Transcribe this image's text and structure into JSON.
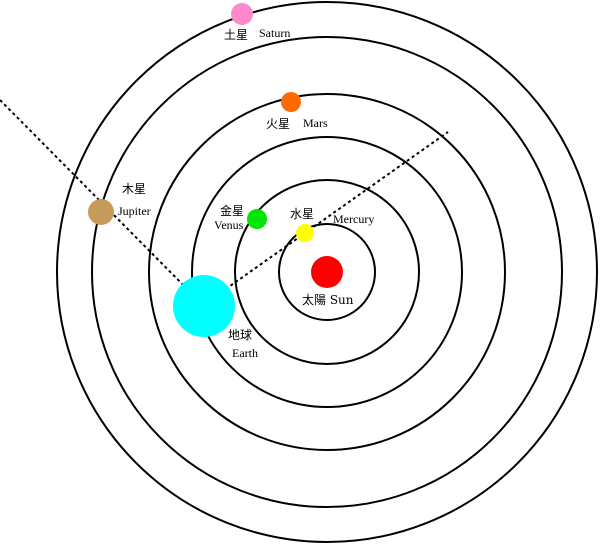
{
  "diagram": {
    "sun": {
      "label": "太陽 Sun",
      "color": "#ff0000"
    },
    "planets": [
      {
        "key": "mercury",
        "label_ja": "水星",
        "label_en": "Mercury",
        "color": "#ffff00"
      },
      {
        "key": "venus",
        "label_ja": "金星",
        "label_en": "Venus",
        "color": "#00e600"
      },
      {
        "key": "earth",
        "label_ja": "地球",
        "label_en": "Earth",
        "color": "#00ffff"
      },
      {
        "key": "mars",
        "label_ja": "火星",
        "label_en": "Mars",
        "color": "#ff6a00"
      },
      {
        "key": "jupiter",
        "label_ja": "木星",
        "label_en": "Jupiter",
        "color": "#c69b5a"
      },
      {
        "key": "saturn",
        "label_ja": "土星",
        "label_en": "Saturn",
        "color": "#ff88cc"
      }
    ],
    "colors": {
      "orbit": "#000000",
      "sight_line": "#000000",
      "background": "#ffffff"
    }
  }
}
